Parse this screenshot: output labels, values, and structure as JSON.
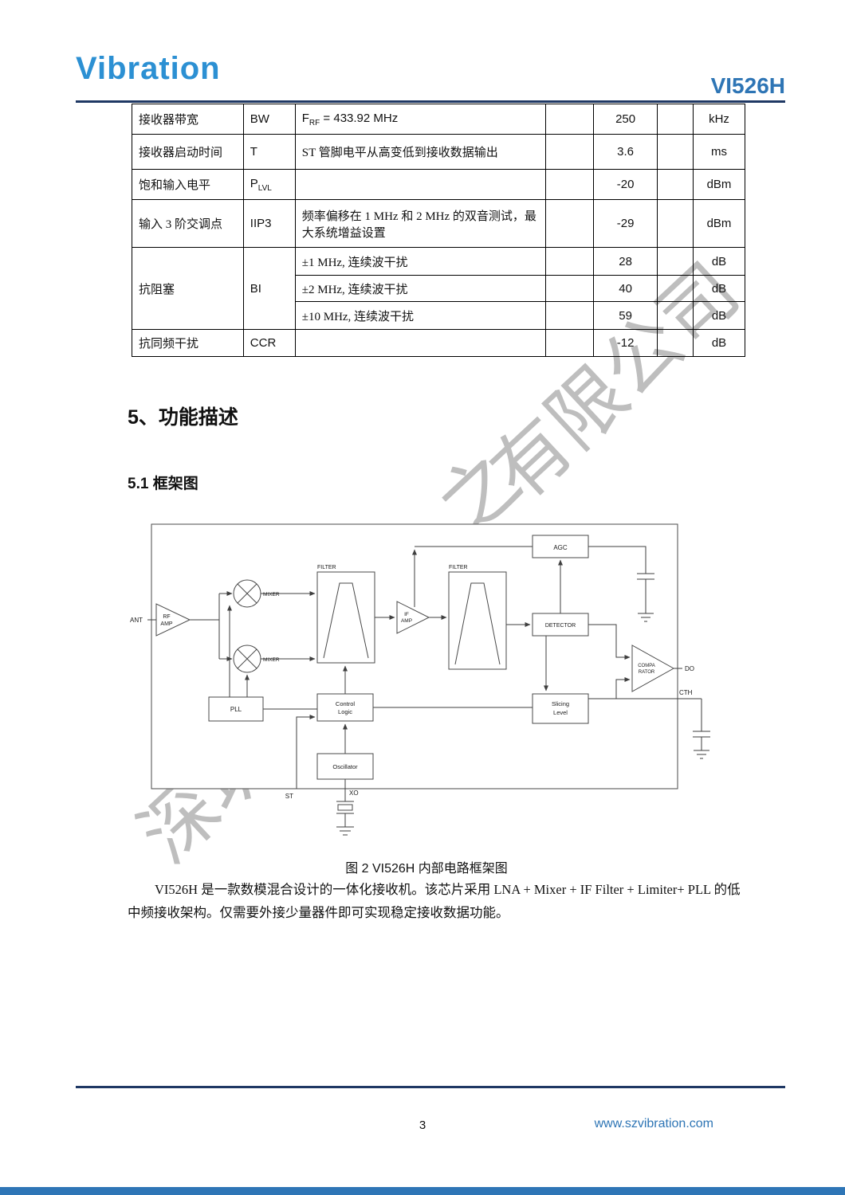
{
  "header": {
    "logo": "Vibration",
    "product": "VI526H"
  },
  "table": {
    "rows": [
      {
        "param": "接收器带宽",
        "sym": "BW",
        "cond_f": "F",
        "cond_sub": "RF",
        "cond_rest": " = 433.92 MHz",
        "typ": "250",
        "unit": "kHz"
      },
      {
        "param": "接收器启动时间",
        "sym": "T",
        "cond": "ST 管脚电平从高变低到接收数据输出",
        "typ": "3.6",
        "unit": "ms"
      },
      {
        "param": "饱和输入电平",
        "sym_main": "P",
        "sym_sub": "LVL",
        "cond": "",
        "typ": "-20",
        "unit": "dBm"
      },
      {
        "param": "输入 3 阶交调点",
        "sym": "IIP3",
        "cond": "频率偏移在 1 MHz 和 2 MHz 的双音测试，最大系统增益设置",
        "typ": "-29",
        "unit": "dBm"
      },
      {
        "param": "抗阻塞",
        "sym": "BI",
        "cond": "±1 MHz, 连续波干扰",
        "typ": "28",
        "unit": "dB"
      },
      {
        "cond": "±2 MHz, 连续波干扰",
        "typ": "40",
        "unit": "dB"
      },
      {
        "cond": "±10 MHz, 连续波干扰",
        "typ": "59",
        "unit": "dB"
      },
      {
        "param": "抗同频干扰",
        "sym": "CCR",
        "cond": "",
        "typ": "-12",
        "unit": "dB"
      }
    ]
  },
  "sections": {
    "h2": "5、功能描述",
    "h3": "5.1 框架图"
  },
  "figure": {
    "caption": "图 2 VI526H  内部电路框架图",
    "labels": {
      "ant": "ANT",
      "rf1": "RF",
      "rf2": "AMP",
      "mixer": "MIXER",
      "filter": "FILTER",
      "if1": "IF",
      "if2": "AMP",
      "agc": "AGC",
      "detector": "DETECTOR",
      "comp1": "COMPA",
      "comp2": "RATOR",
      "pll": "PLL",
      "ctrl1": "Control",
      "ctrl2": "Logic",
      "slice1": "Slicing",
      "slice2": "Level",
      "osc": "Oscillator",
      "do": "DO",
      "cth": "CTH",
      "st": "ST",
      "xo": "XO"
    }
  },
  "paragraph": {
    "text": "VI526H  是一款数模混合设计的一体化接收机。该芯片采用  LNA + Mixer + IF Filter + Limiter+ PLL  的低中频接收架构。仅需要外接少量器件即可实现稳定接收数据功能。"
  },
  "watermark": {
    "fragments": [
      "深圳",
      "之",
      "有限公司"
    ]
  },
  "footer": {
    "page_number": "3",
    "website": "www.szvibration.com"
  },
  "colors": {
    "brand_blue": "#2c90d3",
    "heading_blue": "#2e75b5",
    "rule_navy": "#1f3864",
    "bottom_bar": "#2e75b6",
    "watermark_gray": "#7d7d7d"
  }
}
